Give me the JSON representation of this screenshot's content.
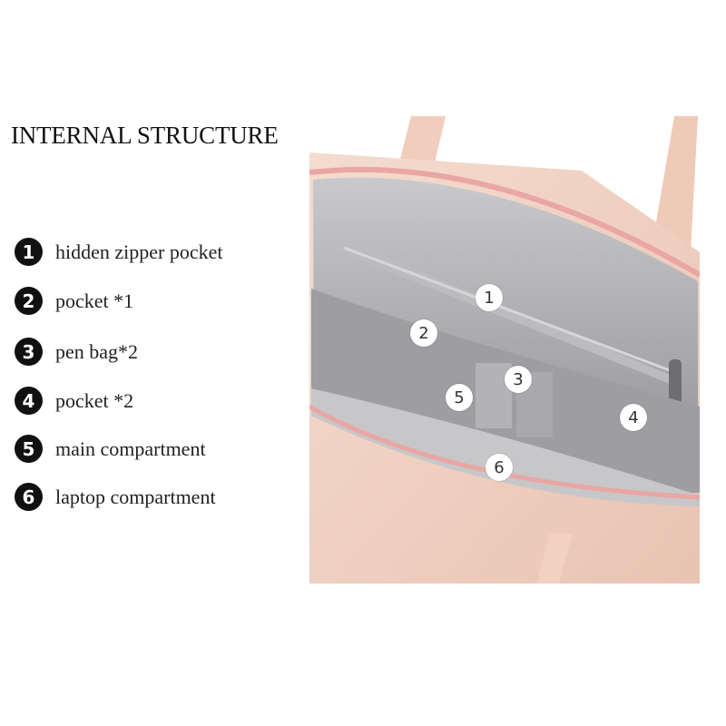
{
  "title": "INTERNAL STRUCTURE",
  "legend": [
    {
      "number": "1",
      "label": "hidden zipper pocket"
    },
    {
      "number": "2",
      "label": "pocket *1"
    },
    {
      "number": "3",
      "label": "pen bag*2"
    },
    {
      "number": "4",
      "label": "pocket *2"
    },
    {
      "number": "5",
      "label": "main compartment"
    },
    {
      "number": "6",
      "label": "laptop compartment"
    }
  ],
  "callouts": [
    "1",
    "2",
    "3",
    "4",
    "5",
    "6"
  ],
  "colors": {
    "bag_pink": "#f2d3c3",
    "zipper_pink": "#e9a6a3",
    "lining_gray": "#a9a9ac",
    "badge_black": "#111111"
  }
}
